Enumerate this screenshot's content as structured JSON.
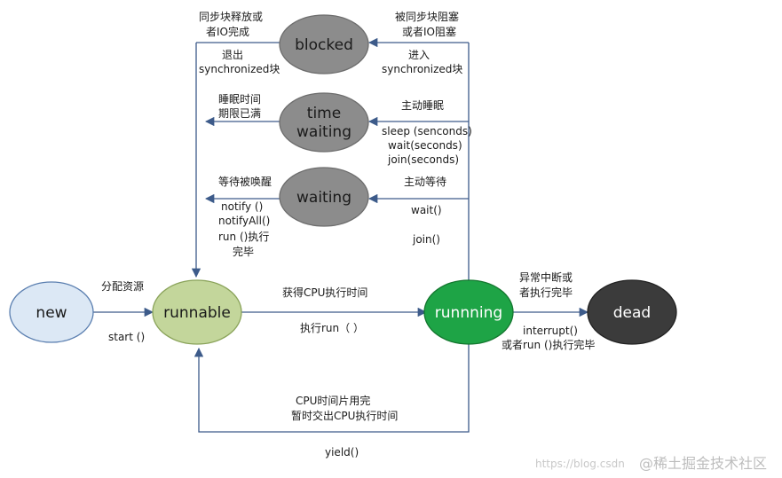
{
  "nodes": {
    "new": "new",
    "runnable": "runnable",
    "running": "runnning",
    "dead": "dead",
    "blocked": "blocked",
    "time_waiting_1": "time",
    "time_waiting_2": "waiting",
    "waiting": "waiting"
  },
  "labels": {
    "alloc": "分配资源",
    "start": "start ()",
    "get_cpu": "获得CPU执行时间",
    "exec_run": "执行run（ ）",
    "cpu_slice_1": "CPU时间片用完",
    "cpu_slice_2": "暂时交出CPU执行时间",
    "yield": "yield()",
    "abnormal_1": "异常中断或",
    "abnormal_2": "者执行完毕",
    "interrupt_1": "interrupt()",
    "interrupt_2": "或者run ()执行完毕",
    "blocked_release_1": "同步块释放或",
    "blocked_release_2": "者IO完成",
    "exit_sync_1": "退出",
    "exit_sync_2": "synchronized块",
    "blocked_enter_1": "被同步块阻塞",
    "blocked_enter_2": "或者IO阻塞",
    "enter_sync_1": "进入",
    "enter_sync_2": "synchronized块",
    "sleep_expire_1": "睡眠时间",
    "sleep_expire_2": "期限已满",
    "active_sleep": "主动睡眠",
    "sleep_fn": "sleep (senconds)",
    "wait_fn": "wait(seconds)",
    "join_fn": "join(seconds)",
    "wait_notified": "等待被唤醒",
    "notify": "notify ()",
    "notify_all": "notifyAll()",
    "run_done_1": "run ()执行",
    "run_done_2": "完毕",
    "active_wait": "主动等待",
    "wait_plain": "wait()",
    "join_plain": "join()"
  },
  "watermark": {
    "url": "https://blog.csdn",
    "brand": "@稀土掘金技术社区"
  },
  "colors": {
    "new_fill": "#dce8f5",
    "runnable_fill": "#c3d69b",
    "running_fill": "#1ea446",
    "dead_fill": "#3b3b3b",
    "gray_fill": "#8c8c8c",
    "edge": "#3d5b8a"
  }
}
